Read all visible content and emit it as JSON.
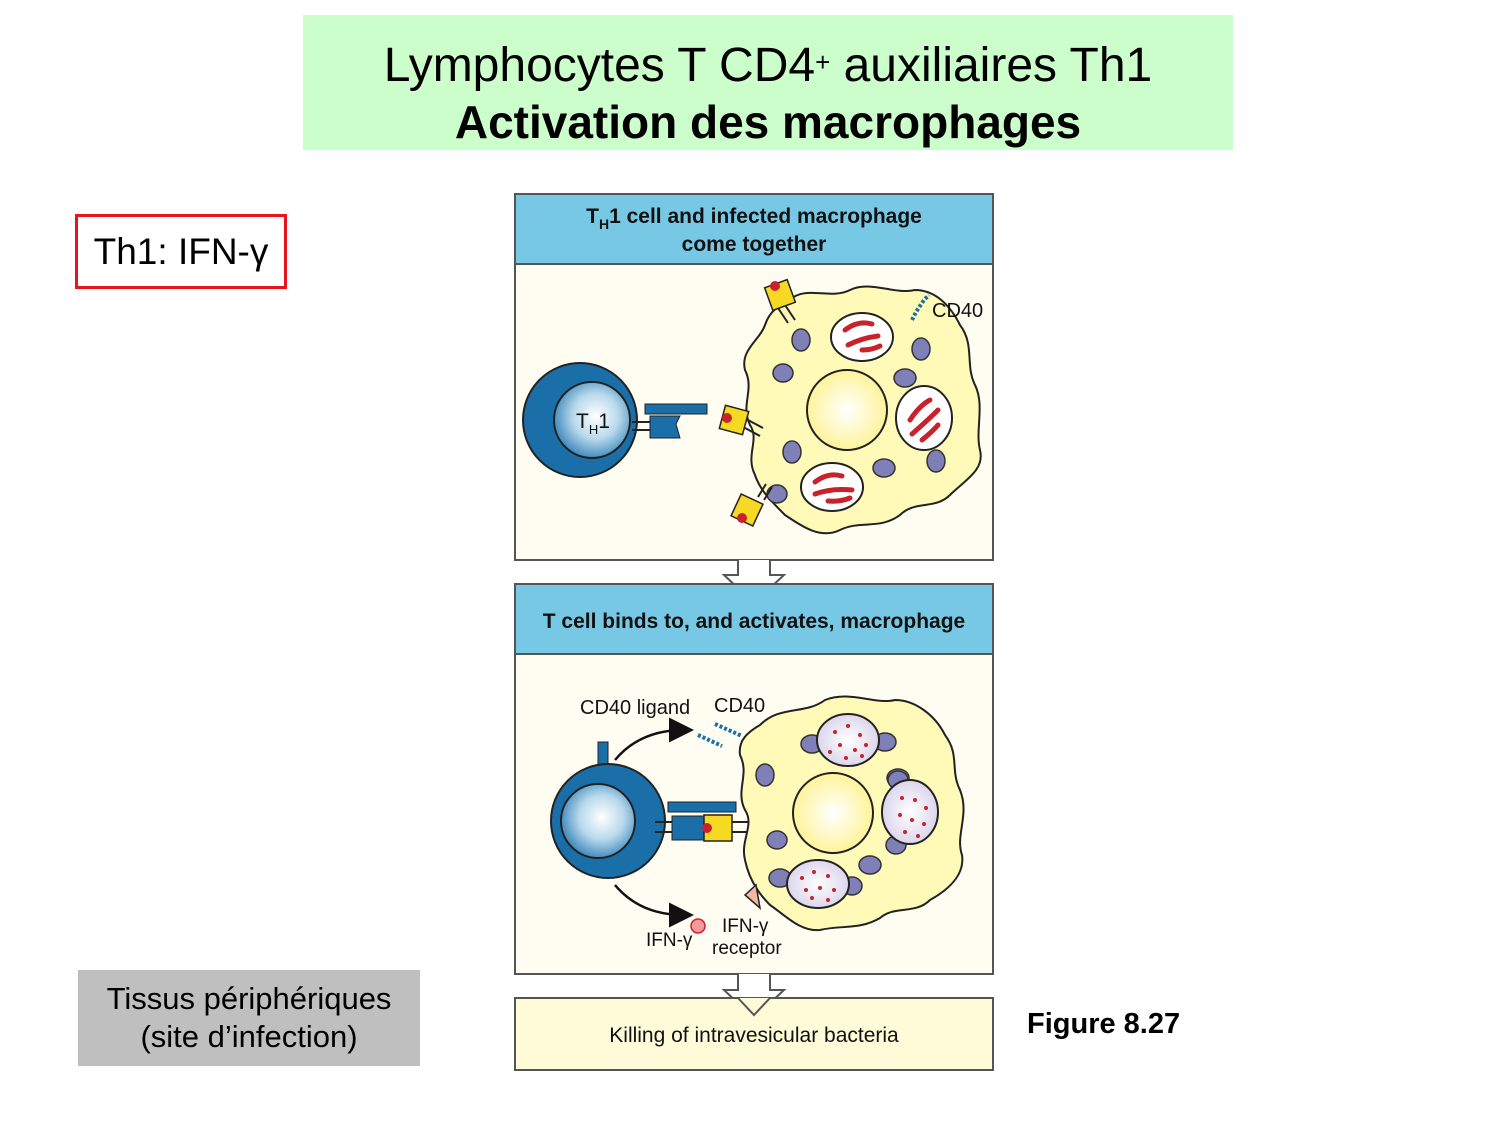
{
  "title": {
    "line1_main": "Lymphocytes T CD4",
    "line1_sup": "+",
    "line1_rest": " auxiliaires Th1",
    "line2": "Activation des macrophages"
  },
  "th1_label": "Th1: IFN-γ",
  "tissue": {
    "line1": "Tissus périphériques",
    "line2": "(site d’infection)"
  },
  "figure_label": "Figure 8.27",
  "panel1": {
    "header_T": "T",
    "header_H": "H",
    "header_line1_rest": "1 cell and infected macrophage",
    "header_line2": "come together",
    "cell_T": "T",
    "cell_H": "H",
    "cell_1": "1",
    "cd40": "CD40"
  },
  "panel2": {
    "header": "T cell binds to, and activates, macrophage",
    "cd40_ligand": "CD40 ligand",
    "cd40": "CD40",
    "ifn": "IFN-γ",
    "ifn_receptor_1": "IFN-γ",
    "ifn_receptor_2": "receptor"
  },
  "panel3": {
    "header": "Killing of intravesicular bacteria"
  },
  "colors": {
    "title_bg": "#ccfecc",
    "header_blue": "#77c8e4",
    "panel_bg": "#fffdf2",
    "macrophage": "#fffab8",
    "tcell_blue": "#1b6fa8",
    "bacteria_red": "#c8232c",
    "vesicle_purple": "#8080b8",
    "highlight_red": "#e8141b",
    "tissue_grey": "#bfbfbf"
  }
}
